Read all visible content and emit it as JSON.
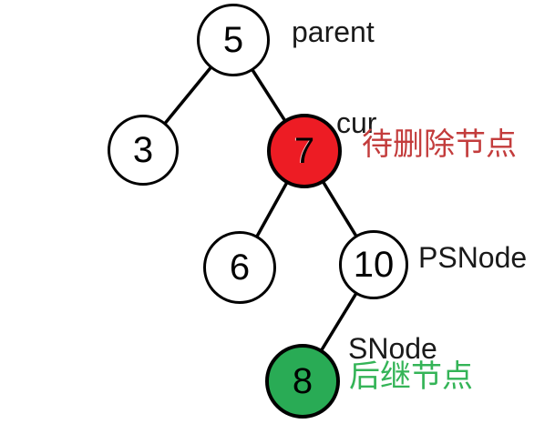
{
  "diagram": {
    "type": "binary-search-tree-deletion",
    "background": "#ffffff"
  },
  "colors": {
    "node_fill_default": "#FFFFFF",
    "node_fill_delete": "#ED1C24",
    "node_fill_successor": "#29AB55",
    "outline": "#000000",
    "annotation_delete_text": "#C33C3C",
    "annotation_successor_text": "#34B457"
  },
  "nodes": [
    {
      "value": "5",
      "fill": "white",
      "annotation": "parent"
    },
    {
      "value": "3",
      "fill": "white",
      "annotation": ""
    },
    {
      "value": "7",
      "fill": "red",
      "annotation": "cur / 待删除节点"
    },
    {
      "value": "6",
      "fill": "white",
      "annotation": ""
    },
    {
      "value": "10",
      "fill": "white",
      "annotation": "PSNode"
    },
    {
      "value": "8",
      "fill": "green",
      "annotation": "SNode / 后继节点"
    }
  ],
  "edges": [
    [
      "5",
      "3"
    ],
    [
      "5",
      "7"
    ],
    [
      "7",
      "6"
    ],
    [
      "7",
      "10"
    ],
    [
      "10",
      "8"
    ]
  ],
  "labels": {
    "parent": "parent",
    "cur": "cur",
    "delete_cn": "待删除节点",
    "psnode": "PSNode",
    "snode": "SNode",
    "successor_cn": "后继节点"
  }
}
